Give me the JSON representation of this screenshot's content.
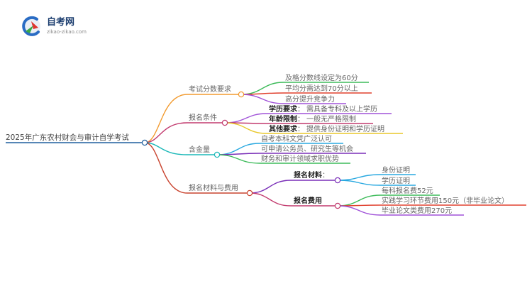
{
  "logo": {
    "title": "自考网",
    "url": "zikao-zikao.com"
  },
  "root": "2025年广东农村财会与审计自学考试",
  "colors": {
    "root_line": "#1f5f9e",
    "branch_1": "#f29a2e",
    "branch_2": "#c23a6e",
    "branch_3": "#1bb8b8",
    "branch_4": "#c9432e",
    "sub_1": "#7a2fb8",
    "sub_2": "#e8c72a",
    "sub_3": "#28a8e0",
    "sub_4": "#3dbb5a",
    "sub_5": "#e0402e",
    "sub_6": "#a052d8"
  },
  "branches": [
    {
      "label": "考试分数要求",
      "children": [
        {
          "label": "及格分数线设定为60分"
        },
        {
          "label": "平均分需达到70分以上"
        },
        {
          "label": "高分提升竞争力"
        }
      ]
    },
    {
      "label": "报名条件",
      "children": [
        {
          "key": "学历要求",
          "sep": "：",
          "value": "需具备专科及以上学历"
        },
        {
          "key": "年龄限制",
          "sep": "：",
          "value": "一般无严格限制"
        },
        {
          "key": "其他要求",
          "sep": "：",
          "value": "提供身份证明和学历证明"
        }
      ]
    },
    {
      "label": "含金量",
      "children": [
        {
          "label": "自考本科文凭广泛认可"
        },
        {
          "label": "可申请公务员、研究生等机会"
        },
        {
          "label": "财务和审计领域求职优势"
        }
      ]
    },
    {
      "label": "报名材料与费用",
      "children": [
        {
          "key": "报名材料",
          "sep": "：",
          "children": [
            {
              "label": "身份证明"
            },
            {
              "label": "学历证明"
            }
          ]
        },
        {
          "key": "报名费用",
          "sep": "：",
          "children": [
            {
              "label": "每科报名费52元"
            },
            {
              "label": "实践学习环节费用150元（非毕业论文）"
            },
            {
              "label": "毕业论文类费用270元"
            }
          ]
        }
      ]
    }
  ]
}
